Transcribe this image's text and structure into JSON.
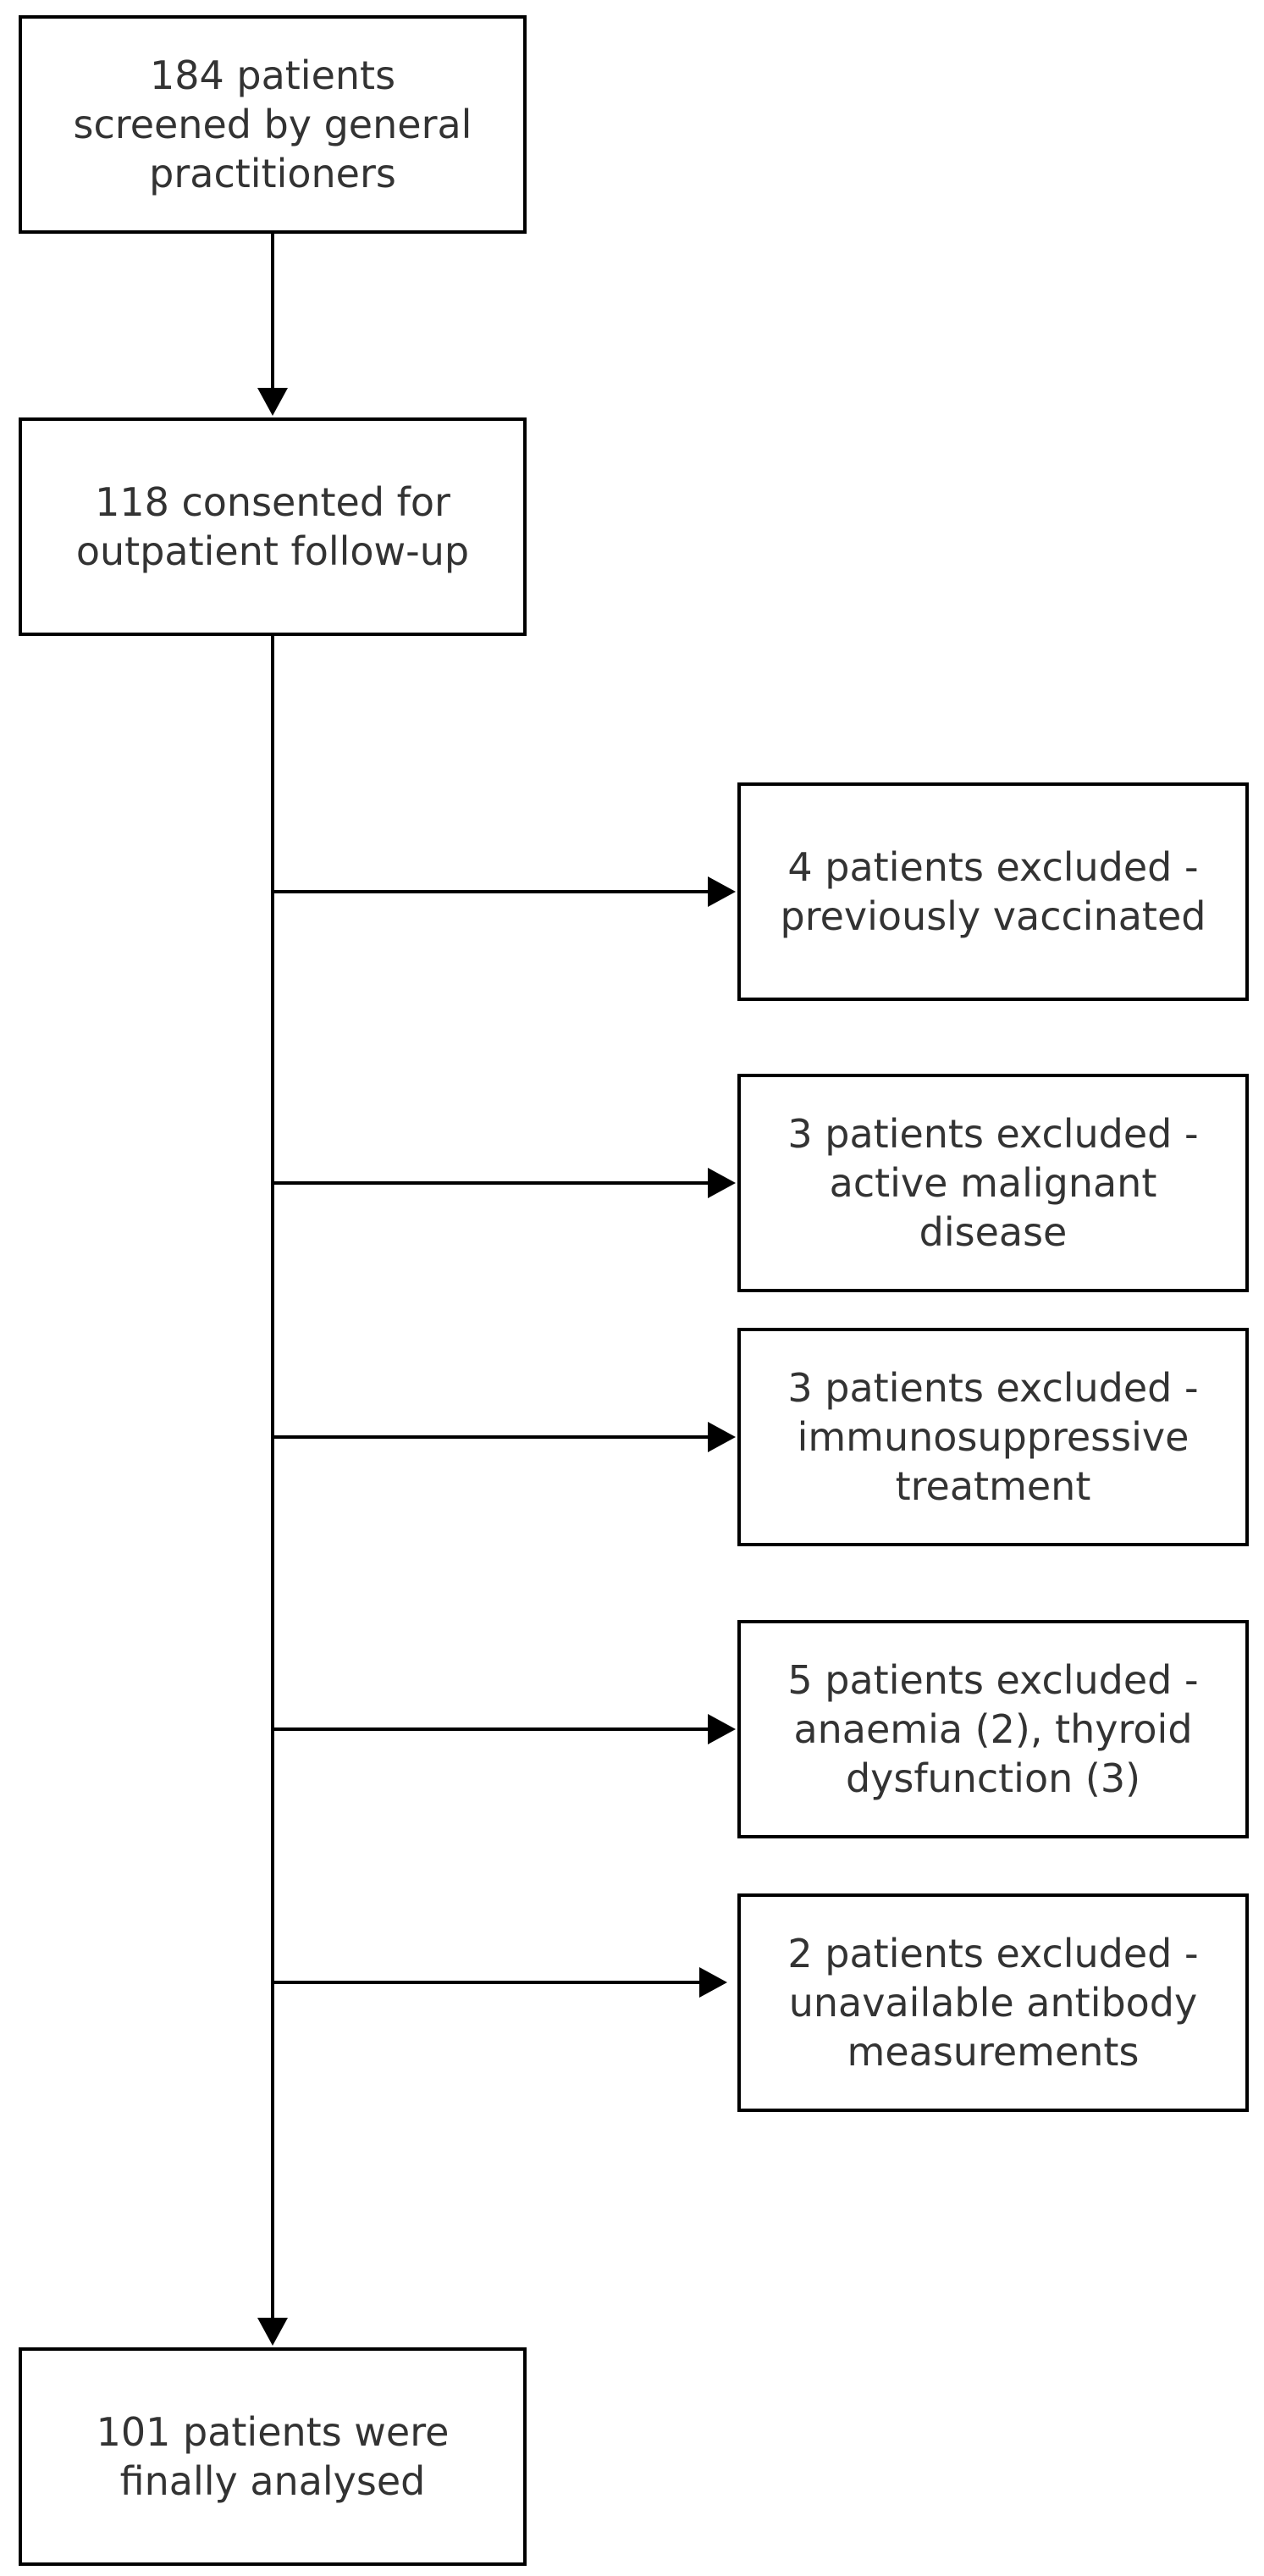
{
  "flowchart": {
    "main_steps": [
      {
        "id": "screened",
        "lines": [
          "184 patients",
          "screened by general",
          "practitioners"
        ]
      },
      {
        "id": "consented",
        "lines": [
          "118 consented for",
          "outpatient follow-up"
        ]
      },
      {
        "id": "analysed",
        "lines": [
          "101 patients were",
          "finally analysed"
        ]
      }
    ],
    "exclusions": [
      {
        "id": "excl-1",
        "lines": [
          "4 patients excluded -",
          "previously vaccinated"
        ]
      },
      {
        "id": "excl-2",
        "lines": [
          "3 patients excluded -",
          "active malignant",
          "disease"
        ]
      },
      {
        "id": "excl-3",
        "lines": [
          "3 patients excluded -",
          "immunosuppressive",
          "treatment"
        ]
      },
      {
        "id": "excl-4",
        "lines": [
          "5 patients excluded -",
          "anaemia (2), thyroid",
          "dysfunction (3)"
        ]
      },
      {
        "id": "excl-5",
        "lines": [
          "2 patients excluded -",
          "unavailable antibody",
          "measurements"
        ]
      }
    ]
  }
}
